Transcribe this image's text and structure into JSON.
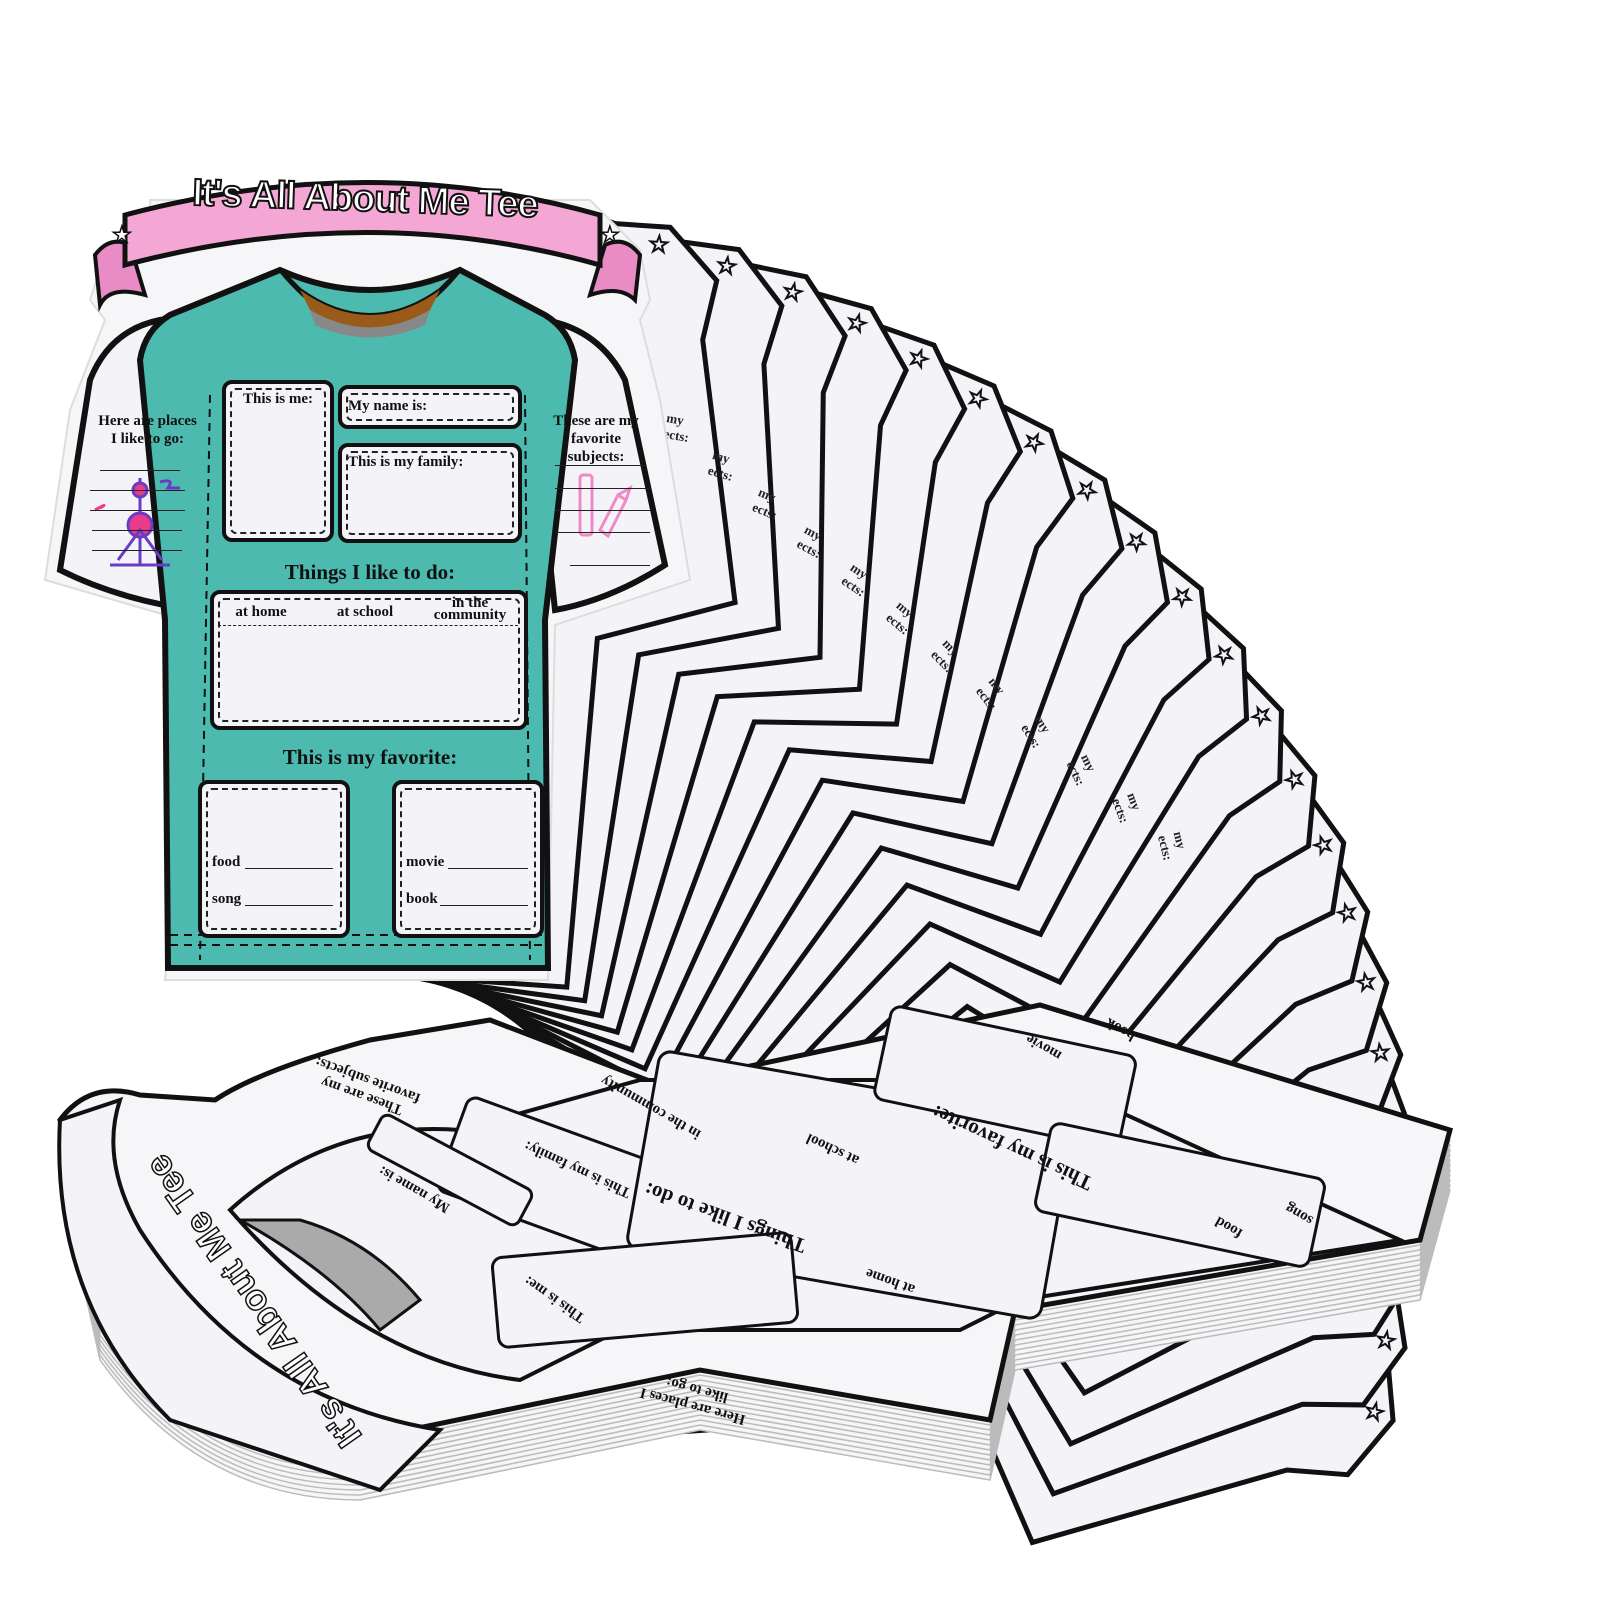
{
  "title": "It's All About Me Tee",
  "colors": {
    "shirt": "#4dbab0",
    "collar": "#f5a03a",
    "banner": "#f4a6d4",
    "outline": "#111111",
    "paper": "#f4f4f8"
  },
  "front": {
    "places": "Here are places I like to go:",
    "subjects": "These are my favorite subjects:",
    "this_is_me": "This is me:",
    "name": "My name is:",
    "family": "This is my family:",
    "things_heading": "Things I like to do:",
    "at_home": "at home",
    "at_school": "at school",
    "community": "in the community",
    "favorite_heading": "This is my favorite:",
    "food": "food",
    "song": "song",
    "movie": "movie",
    "book": "book"
  },
  "fan_fragment_1": "my",
  "fan_fragment_2": "ects:",
  "icons": [
    "star-icon",
    "girl-avatar-icon",
    "tv-tower-icon",
    "ruler-pencil-icon",
    "tennis-rackets-icon"
  ]
}
